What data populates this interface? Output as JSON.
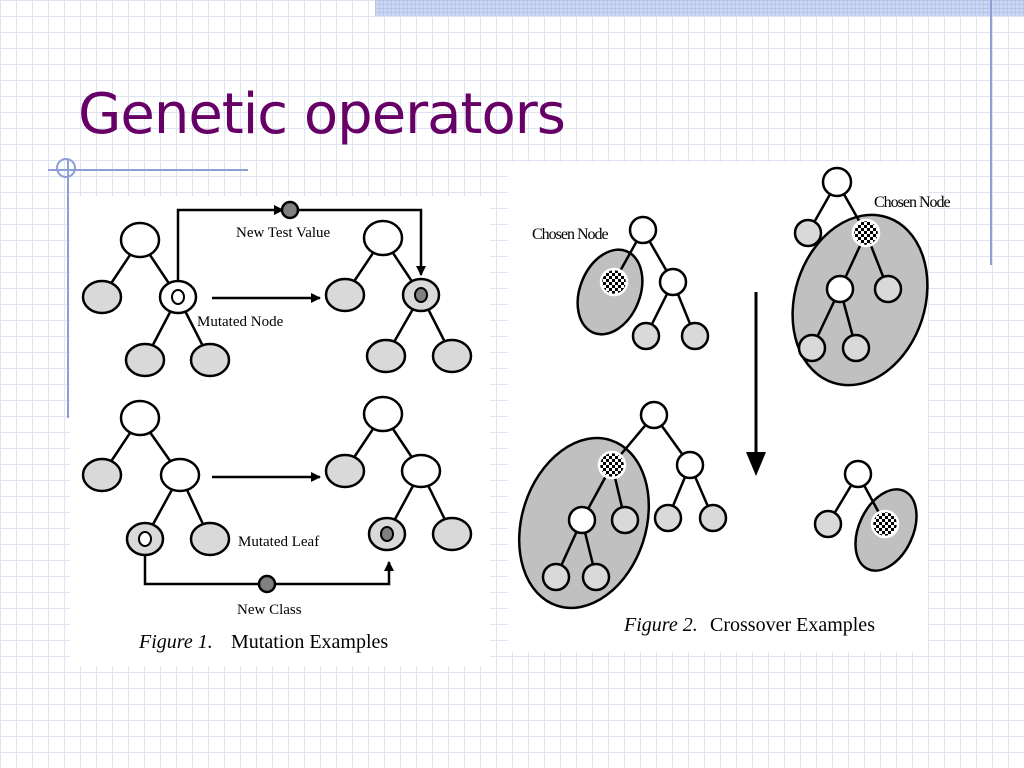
{
  "slide": {
    "title": "Genetic operators"
  },
  "figure1": {
    "labels": {
      "new_test_value": "New Test Value",
      "mutated_node": "Mutated Node",
      "mutated_leaf": "Mutated Leaf",
      "new_class": "New Class"
    },
    "caption_prefix": "Figure 1.",
    "caption_text": " Mutation Examples"
  },
  "figure2": {
    "labels": {
      "chosen_node_left": "Chosen Node",
      "chosen_node_right": "Chosen Node"
    },
    "caption_prefix": "Figure 2.",
    "caption_text": " Crossover Examples"
  },
  "colors": {
    "title": "#660066",
    "node_fill_white": "#ffffff",
    "node_fill_gray": "#d9d9d9",
    "subtree_fill": "#c0c0c0",
    "marker_fill": "#808080"
  }
}
